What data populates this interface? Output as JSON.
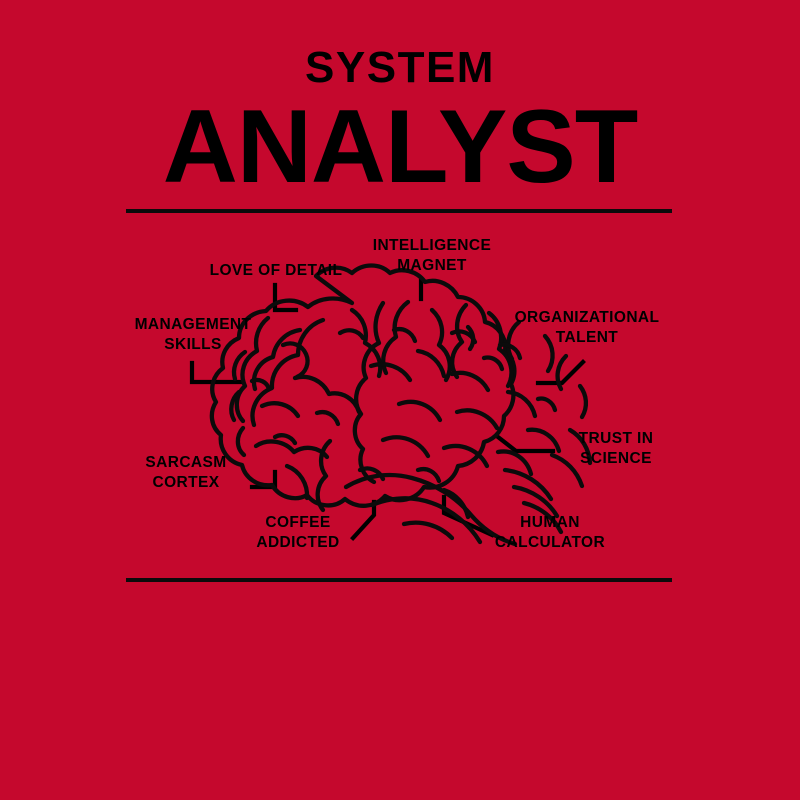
{
  "poster": {
    "background_color": "#C5082D",
    "ink_color": "#000000",
    "kicker": "SYSTEM",
    "title": "ANALYST"
  },
  "dividers": {
    "top_label": "top-rule",
    "bottom_label": "bottom-rule"
  },
  "diagram": {
    "subject": "brain-illustration",
    "callouts": [
      {
        "id": "love-of-detail",
        "text": "LOVE OF DETAIL",
        "align": "center"
      },
      {
        "id": "intelligence-magnet",
        "text": "INTELLIGENCE\nMAGNET",
        "align": "center"
      },
      {
        "id": "management-skills",
        "text": "MANAGEMENT\nSKILLS",
        "align": "center"
      },
      {
        "id": "organizational-talent",
        "text": "ORGANIZATIONAL\nTALENT",
        "align": "center"
      },
      {
        "id": "trust-in-science",
        "text": "TRUST IN\nSCIENCE",
        "align": "center"
      },
      {
        "id": "sarcasm-cortex",
        "text": "SARCASM\nCORTEX",
        "align": "center"
      },
      {
        "id": "coffee-addicted",
        "text": "COFFEE\nADDICTED",
        "align": "center"
      },
      {
        "id": "human-calculator",
        "text": "HUMAN\nCALCULATOR",
        "align": "center"
      }
    ]
  }
}
